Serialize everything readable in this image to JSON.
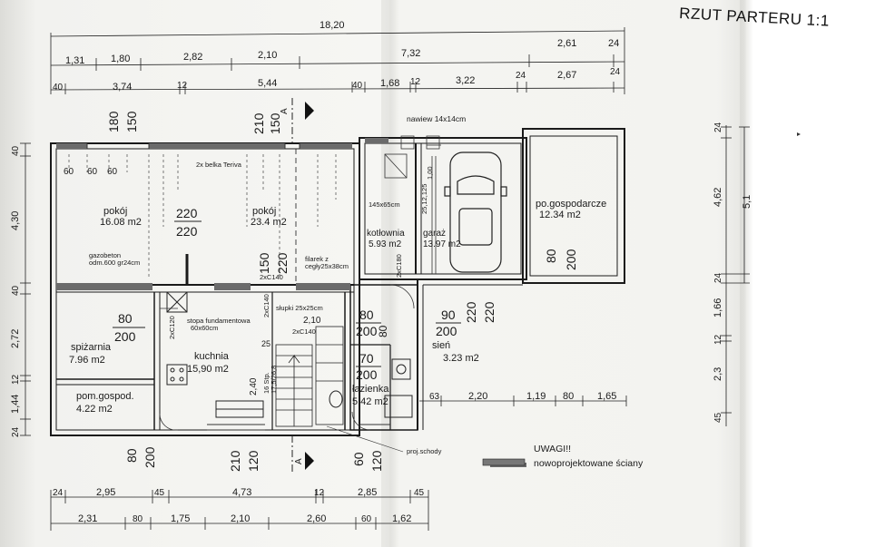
{
  "title": "RZUT PARTERU 1:1",
  "dims_top": {
    "overall": "18,20",
    "row1": [
      "1,31",
      "1,80",
      "2,82",
      "2,10",
      "7,32",
      "2,61",
      "24"
    ],
    "row2": [
      "40",
      "3,74",
      "12",
      "5,44",
      "40",
      "1,68",
      "12",
      "3,22",
      "24",
      "2,67",
      "24"
    ]
  },
  "dims_left": [
    "40",
    "4,30",
    "40",
    "2,72",
    "12",
    "1,44",
    "24"
  ],
  "dims_right": [
    "24",
    "4,62",
    "5,1",
    "24",
    "1,66",
    "12",
    "2,3",
    "45"
  ],
  "dims_bottom": {
    "row1": [
      "24",
      "2,95",
      "45",
      "4,73",
      "12",
      "2,85",
      "45"
    ],
    "row2": [
      "2,31",
      "80",
      "1,75",
      "2,10",
      "2,60",
      "60",
      "1,62"
    ]
  },
  "dims_garage_bottom": [
    "63",
    "2,20",
    "1,19",
    "80",
    "1,65"
  ],
  "rooms": [
    {
      "name": "pokój",
      "area": "16.08 m2"
    },
    {
      "name": "pokój",
      "area": "23.4 m2"
    },
    {
      "name": "kotłownia",
      "area": "5.93 m2"
    },
    {
      "name": "garaż",
      "area": "13.97 m2"
    },
    {
      "name": "po.gospodarcze",
      "area": "12.34 m2"
    },
    {
      "name": "spiżarnia",
      "area": "7.96 m2"
    },
    {
      "name": "pom.gospod.",
      "area": "4.22 m2"
    },
    {
      "name": "kuchnia",
      "area": "15,90 m2"
    },
    {
      "name": "łazienka",
      "area": "5.42 m2"
    },
    {
      "name": "sień",
      "area": "3.23 m2"
    }
  ],
  "openings": {
    "o180": "180",
    "o150": "150",
    "o210a": "210",
    "o150b": "150",
    "o220a": "220",
    "o220b": "220",
    "o150c": "150",
    "o220c": "220",
    "o80a": "80",
    "o200a": "200",
    "o80b": "80",
    "o200b": "200",
    "o70": "70",
    "o200c": "200",
    "o90": "90",
    "o200d": "200",
    "o220d": "220",
    "o220e": "220",
    "o80c": "80",
    "o200e": "200",
    "o80d": "80",
    "o200f": "200",
    "o210b": "210",
    "o120a": "120",
    "o60": "60",
    "o120b": "120",
    "o60s": "60",
    "o80s": "80"
  },
  "notes": {
    "nawiew": "nawiew 14x14cm",
    "belka": "2x belka Teriva",
    "gazobeton": "gazobeton",
    "gazobeton2": "odm.600 gr24cm",
    "filarek": "filarek z",
    "filarek2": "cegły25x38cm",
    "c140a": "2xC140",
    "c140b": "2xC140",
    "c140c": "2xC140",
    "c180": "2xC180",
    "stopa": "stopa fundamentowa",
    "stopa2": "60x60cm",
    "slupki": "słupki 25x25cm",
    "d210": "2,10",
    "c120": "2xC120",
    "w145": "145x65cm",
    "v125": "1,00",
    "v125b": "25,12,125",
    "stairs": "16 Stp.",
    "stairs2": "17,5/26,8",
    "h240": "2,40",
    "d25": "25",
    "proj": "proj.schody",
    "legend_title": "UWAGI!!",
    "legend_text": "nowoprojektowane ściany",
    "sec": "A"
  }
}
